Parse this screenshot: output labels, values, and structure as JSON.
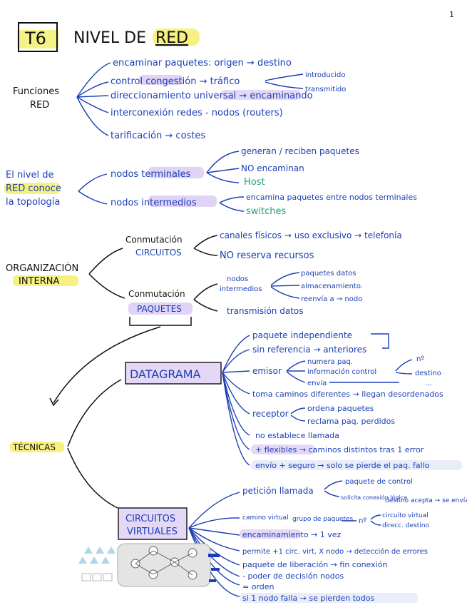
{
  "page_number": "1",
  "title": {
    "code": "T6",
    "text_prefix": "NIVEL DE",
    "text_highlight": "RED"
  },
  "funciones": {
    "label_1": "Funciones",
    "label_2": "RED",
    "items": [
      "encaminar paquetes: origen → destino",
      "control congestión → tráfico",
      "direccionamiento universal → encaminando",
      "interconexión redes - nodos (routers)",
      "tarificación → costes"
    ],
    "trafico_sub": [
      "introducido",
      "transmitido"
    ]
  },
  "topologia": {
    "label_1": "El nivel de",
    "label_2": "RED conoce",
    "label_3": "la topología",
    "terminales": "nodos terminales",
    "terminales_sub": [
      "generan / reciben paquetes",
      "NO encaminan",
      "Host"
    ],
    "intermedios": "nodos intermedios",
    "intermedios_sub": [
      "encamina paquetes entre nodos terminales",
      "switches"
    ]
  },
  "organizacion": {
    "label_1": "ORGANIZACIÓN",
    "label_2": "INTERNA",
    "circuitos": {
      "line1": "Conmutación",
      "line2": "CIRCUITOS",
      "sub": [
        "canales físicos → uso exclusivo → telefonía",
        "NO reserva recursos"
      ]
    },
    "paquetes": {
      "line1": "Conmutación",
      "line2": "PAQUETES",
      "nodos_1": "nodos",
      "nodos_2": "intermedios",
      "nodos_sub": [
        "paquetes datos",
        "almacenamiento.",
        "reenvía a → nodo"
      ],
      "transmision": "transmisión datos"
    }
  },
  "tecnicas": {
    "label": "TÉCNICAS",
    "datagrama": {
      "label": "DATAGRAMA",
      "items": [
        "paquete independiente",
        "sin referencia → anteriores",
        "emisor",
        "toma caminos diferentes → llegan desordenados",
        "receptor",
        "no establece llamada",
        "+ flexibles → caminos distintos tras 1 error",
        "envío + seguro → solo se pierde el paq. fallo"
      ],
      "emisor_sub": [
        "numera paq.",
        "información control",
        "envía"
      ],
      "control_sub": [
        "nº",
        "destino",
        "..."
      ],
      "receptor_sub": [
        "ordena paquetes",
        "reclama paq. perdidos"
      ]
    },
    "circuitos_virtuales": {
      "label_1": "CIRCUITOS",
      "label_2": "VIRTUALES",
      "items": [
        "petición llamada",
        "camino virtual",
        "encaminamiento → 1 vez",
        "permite +1 circ. virt. X nodo → detección de errores",
        "paquete de liberación → fin conexión",
        "- poder de decisión nodos",
        "= orden",
        "si 1 nodo falla → se pierden todos"
      ],
      "peticion_sub": [
        "paquete de control",
        "solicita conexión lógica",
        "destino acepta → se envía"
      ],
      "camino_sub": [
        "grupo de paquetes",
        "nº",
        "circuito virtual",
        "direcc. destino"
      ]
    }
  },
  "colors": {
    "ink_blue": "#1a3fb5",
    "ink_black": "#111111",
    "highlight_yellow": "#f4ef6a",
    "highlight_purple": "#d9c8f2",
    "green": "#1f9e86"
  }
}
